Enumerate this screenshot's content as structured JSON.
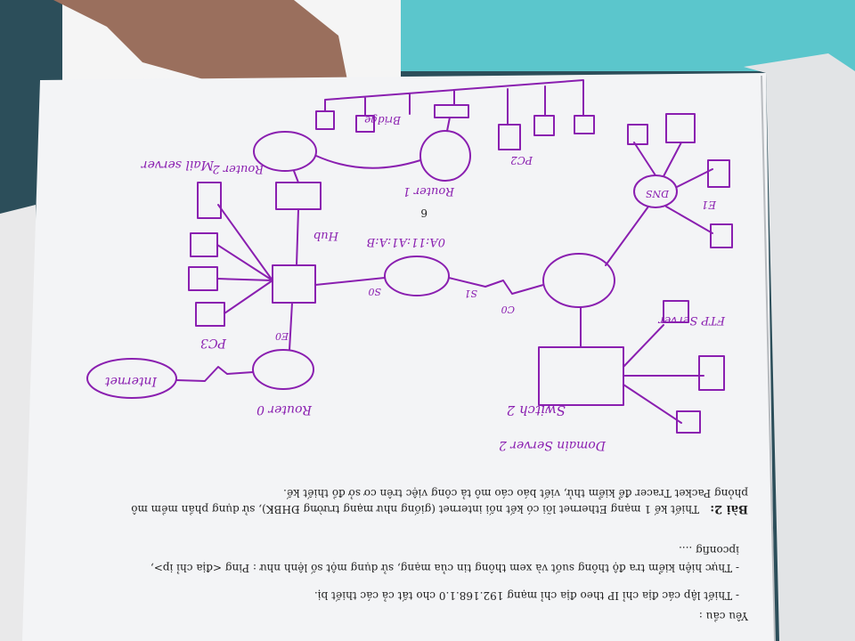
{
  "printed_text": {
    "page_number": "6",
    "exercise_label": "Bài 2:",
    "exercise_body_1": "Thiết kế 1 mạng Ethernet lõi có kết nối internet (giống như mạng trường ĐHBK), sử dụng phần mềm mô",
    "exercise_body_2": "phỏng Packet Tracer để kiểm thử, viết báo cáo mô tả công việc trên cơ sở đồ thiết kế.",
    "requirements_label": "Yêu cầu :",
    "req_1": "- Thiết lập các địa chỉ IP theo địa chỉ mạng 192.168.1.0  cho tất cả các thiết bị.",
    "req_2": "- Thực hiện kiểm tra độ thông suốt và xem thông tin của mạng, sử dụng một số lệnh như : Ping <địa chỉ ip>,",
    "req_3": "ipconfig ...."
  },
  "handwritten_labels": {
    "internet": "Internet",
    "router0": "Router 0",
    "router1": "Router 1",
    "router2": "Router 2",
    "switch2": "Switch 2",
    "hub": "Hub",
    "mac_address": "0A:11:A1:A:B",
    "mail_server": "Mail server",
    "ftp_server": "FTP Server",
    "dns_server": "DNS",
    "domain_server": "Domain Server 2",
    "bridge": "Bridge",
    "pc3": "PC3",
    "pc2": "PC2",
    "e0": "E0",
    "s0": "S0",
    "s1": "S1",
    "c0": "C0",
    "e1": "E1"
  },
  "colors": {
    "ink": "#8a1fb0",
    "paper": "#f3f4f6",
    "background": "#2c4e5a",
    "print": "#222222"
  }
}
